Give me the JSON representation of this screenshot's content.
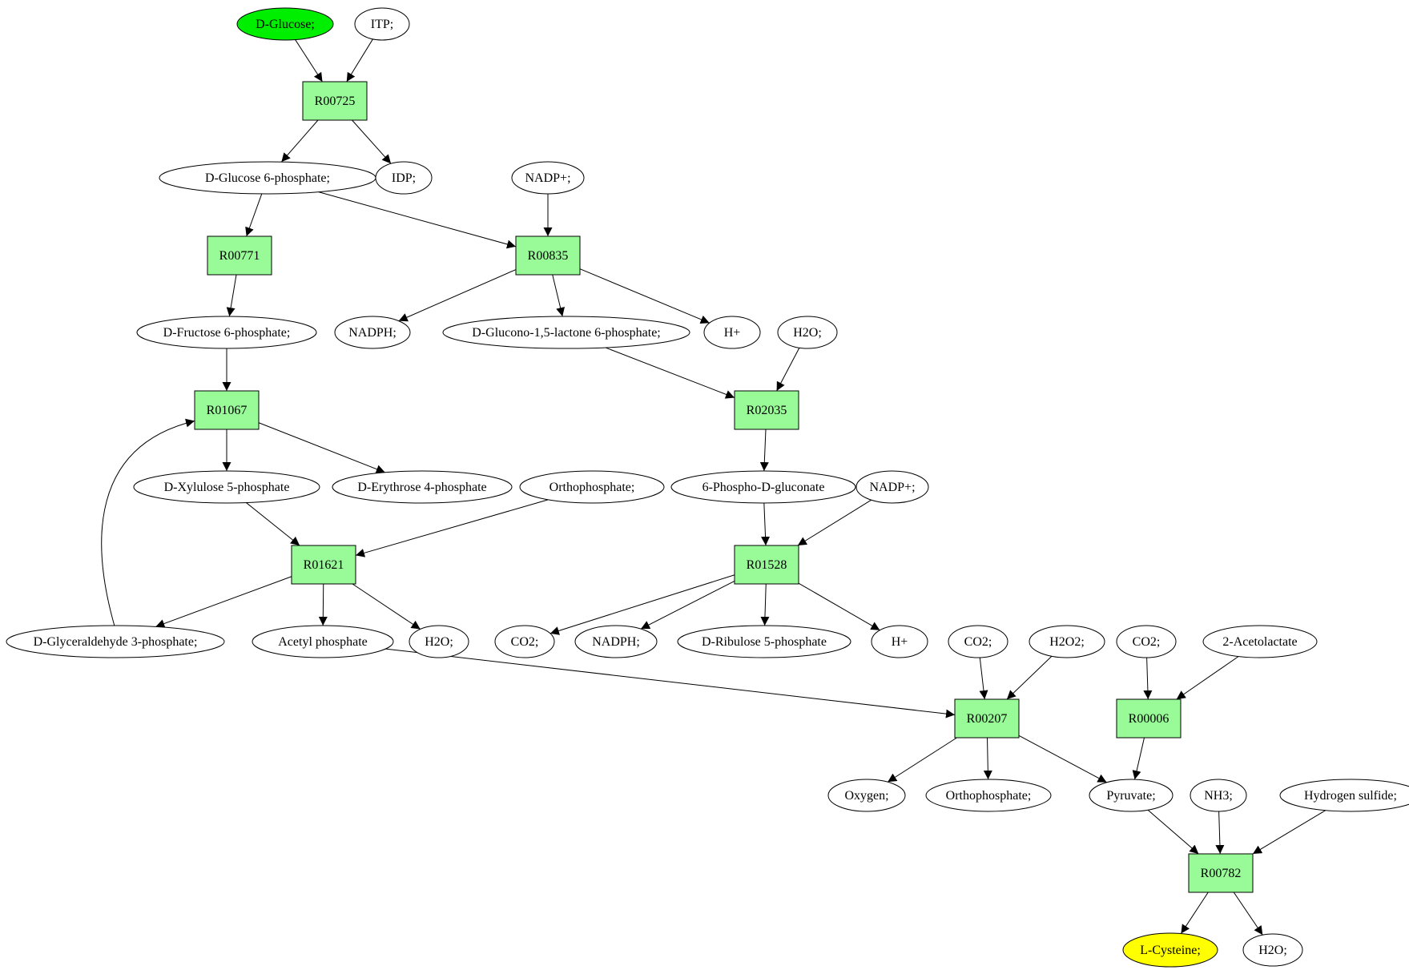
{
  "compounds": [
    {
      "id": "glucose",
      "label": "D-Glucose;",
      "fill": "#00ee00"
    },
    {
      "id": "itp",
      "label": "ITP;"
    },
    {
      "id": "g6p",
      "label": "D-Glucose 6-phosphate;"
    },
    {
      "id": "idp",
      "label": "IDP;"
    },
    {
      "id": "nadp1",
      "label": "NADP+;"
    },
    {
      "id": "f6p",
      "label": "D-Fructose 6-phosphate;"
    },
    {
      "id": "nadph1",
      "label": "NADPH;"
    },
    {
      "id": "glucono",
      "label": "D-Glucono-1,5-lactone 6-phosphate;"
    },
    {
      "id": "h1",
      "label": "H+"
    },
    {
      "id": "h2o1",
      "label": "H2O;"
    },
    {
      "id": "x5p",
      "label": "D-Xylulose 5-phosphate"
    },
    {
      "id": "e4p",
      "label": "D-Erythrose 4-phosphate"
    },
    {
      "id": "pi1",
      "label": "Orthophosphate;"
    },
    {
      "id": "pg",
      "label": "6-Phospho-D-gluconate"
    },
    {
      "id": "nadp2",
      "label": "NADP+;"
    },
    {
      "id": "gap",
      "label": "D-Glyceraldehyde 3-phosphate;"
    },
    {
      "id": "acp",
      "label": "Acetyl phosphate"
    },
    {
      "id": "h2o2",
      "label": "H2O;"
    },
    {
      "id": "co2a",
      "label": "CO2;"
    },
    {
      "id": "nadph2",
      "label": "NADPH;"
    },
    {
      "id": "r5p",
      "label": "D-Ribulose 5-phosphate"
    },
    {
      "id": "h2",
      "label": "H+"
    },
    {
      "id": "co2b",
      "label": "CO2;"
    },
    {
      "id": "h2o2c",
      "label": "H2O2;"
    },
    {
      "id": "co2c",
      "label": "CO2;"
    },
    {
      "id": "acl",
      "label": "2-Acetolactate"
    },
    {
      "id": "oxy",
      "label": "Oxygen;"
    },
    {
      "id": "pi2",
      "label": "Orthophosphate;"
    },
    {
      "id": "pyr",
      "label": "Pyruvate;"
    },
    {
      "id": "nh3",
      "label": "NH3;"
    },
    {
      "id": "h2s",
      "label": "Hydrogen sulfide;"
    },
    {
      "id": "cys",
      "label": "L-Cysteine;",
      "fill": "#ffff00"
    },
    {
      "id": "h2o3",
      "label": "H2O;"
    }
  ],
  "reactions": [
    {
      "id": "R00725",
      "label": "R00725"
    },
    {
      "id": "R00771",
      "label": "R00771"
    },
    {
      "id": "R00835",
      "label": "R00835"
    },
    {
      "id": "R01067",
      "label": "R01067"
    },
    {
      "id": "R02035",
      "label": "R02035"
    },
    {
      "id": "R01621",
      "label": "R01621"
    },
    {
      "id": "R01528",
      "label": "R01528"
    },
    {
      "id": "R00207",
      "label": "R00207"
    },
    {
      "id": "R00006",
      "label": "R00006"
    },
    {
      "id": "R00782",
      "label": "R00782"
    }
  ],
  "edges": [
    [
      "glucose",
      "R00725"
    ],
    [
      "itp",
      "R00725"
    ],
    [
      "R00725",
      "g6p"
    ],
    [
      "R00725",
      "idp"
    ],
    [
      "g6p",
      "R00771"
    ],
    [
      "g6p",
      "R00835"
    ],
    [
      "nadp1",
      "R00835"
    ],
    [
      "R00771",
      "f6p"
    ],
    [
      "R00835",
      "nadph1"
    ],
    [
      "R00835",
      "glucono"
    ],
    [
      "R00835",
      "h1"
    ],
    [
      "f6p",
      "R01067"
    ],
    [
      "gap",
      "R01067"
    ],
    [
      "glucono",
      "R02035"
    ],
    [
      "h2o1",
      "R02035"
    ],
    [
      "R01067",
      "x5p"
    ],
    [
      "R01067",
      "e4p"
    ],
    [
      "R02035",
      "pg"
    ],
    [
      "x5p",
      "R01621"
    ],
    [
      "pi1",
      "R01621"
    ],
    [
      "pg",
      "R01528"
    ],
    [
      "nadp2",
      "R01528"
    ],
    [
      "R01621",
      "gap"
    ],
    [
      "R01621",
      "acp"
    ],
    [
      "R01621",
      "h2o2"
    ],
    [
      "R01528",
      "co2a"
    ],
    [
      "R01528",
      "nadph2"
    ],
    [
      "R01528",
      "r5p"
    ],
    [
      "R01528",
      "h2"
    ],
    [
      "acp",
      "R00207"
    ],
    [
      "co2b",
      "R00207"
    ],
    [
      "h2o2c",
      "R00207"
    ],
    [
      "co2c",
      "R00006"
    ],
    [
      "acl",
      "R00006"
    ],
    [
      "R00207",
      "oxy"
    ],
    [
      "R00207",
      "pi2"
    ],
    [
      "R00207",
      "pyr"
    ],
    [
      "R00006",
      "pyr"
    ],
    [
      "pyr",
      "R00782"
    ],
    [
      "nh3",
      "R00782"
    ],
    [
      "h2s",
      "R00782"
    ],
    [
      "R00782",
      "cys"
    ],
    [
      "R00782",
      "h2o3"
    ]
  ]
}
